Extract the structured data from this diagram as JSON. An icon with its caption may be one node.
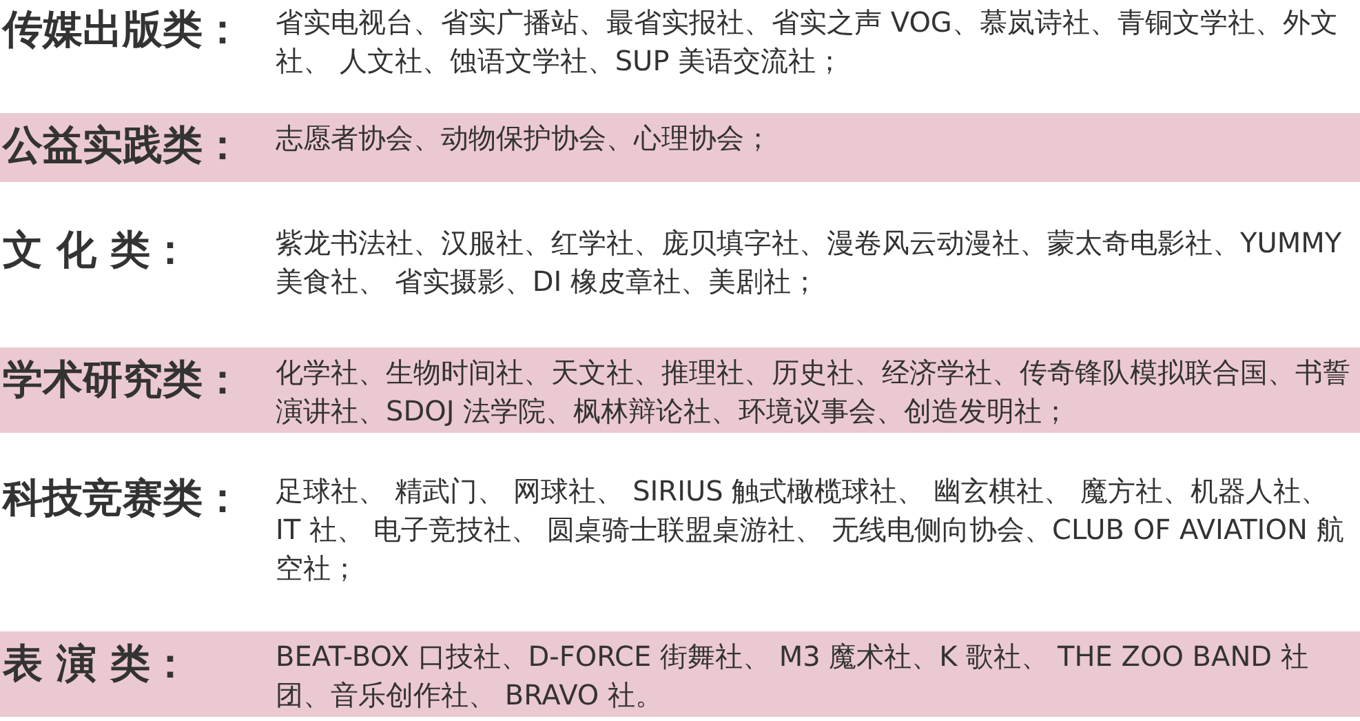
{
  "diagram": {
    "nodes": [
      {
        "text": [
          "传媒出版类：",
          "省实电视台、省实广播站、最省实报社、省实之声 VOG、慕岚诗社、青铜文学社、外文社、 人文社、蚀语文学社、SUP 美语交流社；"
        ]
      },
      {
        "text": [
          "公益实践类：",
          "志愿者协会、动物保护协会、心理协会；"
        ]
      },
      {
        "text": [
          "文 化 类：",
          "紫龙书法社、汉服社、红学社、庞贝填字社、漫卷风云动漫社、蒙太奇电影社、YUMMY 美食社、 省实摄影、DI 橡皮章社、美剧社；"
        ]
      },
      {
        "text": [
          "学术研究类：",
          "化学社、生物时间社、天文社、推理社、历史社、经济学社、传奇锋队模拟联合国、书誓演讲社、SDOJ 法学院、枫林辩论社、环境议事会、创造发明社；"
        ]
      },
      {
        "text": [
          "科技竞赛类：",
          "足球社、 精武门、 网球社、 SIRIUS 触式橄榄球社、 幽玄棋社、 魔方社、机器人社、IT 社、 电子竞技社、 圆桌骑士联盟桌游社、 无线电侧向协会、CLUB OF AVIATION 航空社；"
        ]
      },
      {
        "text": [
          "表 演 类：",
          "BEAT-BOX 口技社、D-FORCE 街舞社、 M3 魔术社、K 歌社、 THE ZOO BAND 社团、音乐创作社、 BRAVO 社。"
        ]
      }
    ]
  }
}
